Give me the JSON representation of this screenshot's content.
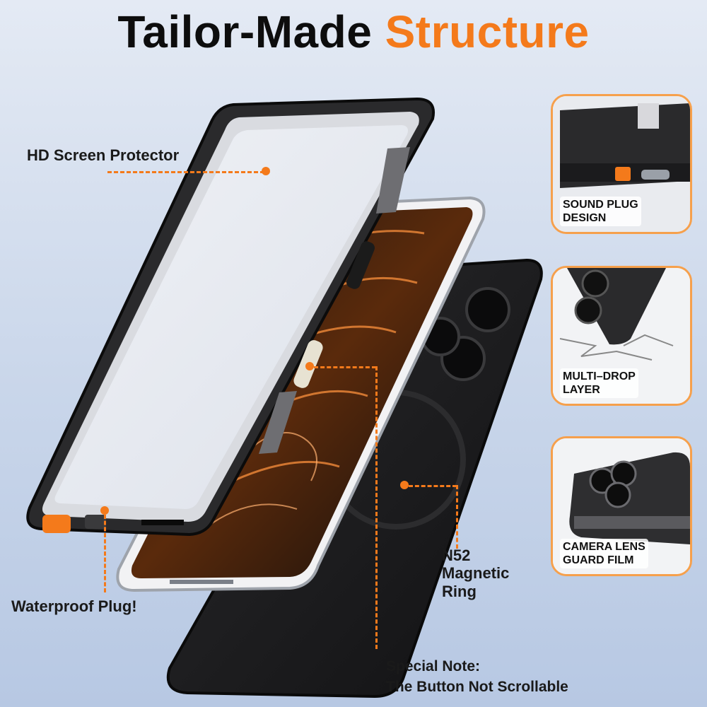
{
  "title": {
    "main": "Tailor-Made",
    "accent": "Structure"
  },
  "callouts": {
    "hd_screen": "HD Screen Protector",
    "waterproof": "Waterproof Plug!",
    "magnetic_1": "N52",
    "magnetic_2": "Magnetic",
    "magnetic_3": "Ring",
    "note_1": "Special Note:",
    "note_2": "The Button Not Scrollable"
  },
  "panels": [
    {
      "line1": "SOUND PLUG",
      "line2": "DESIGN"
    },
    {
      "line1": "MULTI–DROP",
      "line2": "LAYER"
    },
    {
      "line1": "CAMERA LENS",
      "line2": "GUARD FILM"
    }
  ],
  "colors": {
    "accent": "#f47a1b",
    "panel_border": "#f6a04c",
    "case": "#1d1d1f"
  }
}
